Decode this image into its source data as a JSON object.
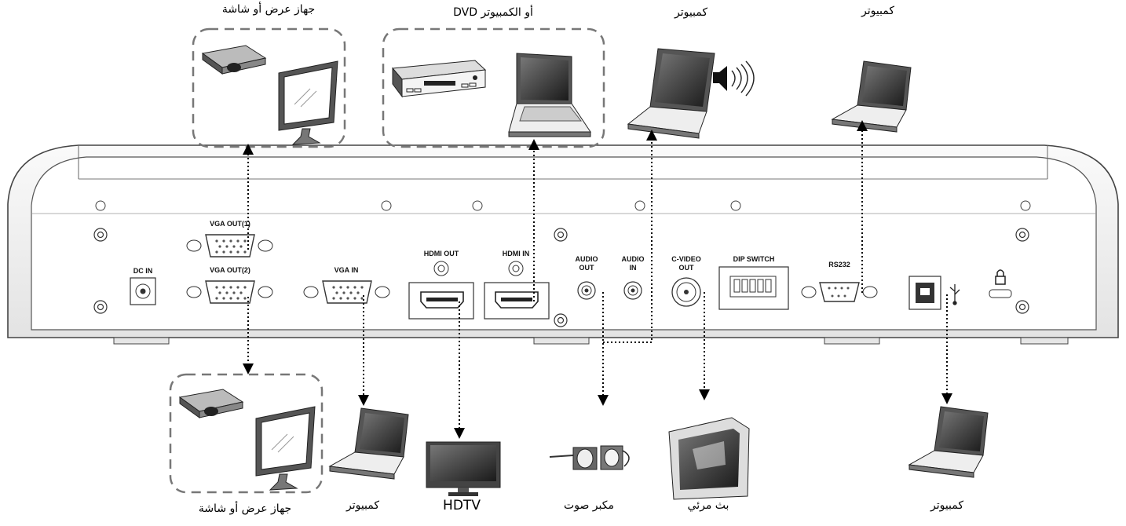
{
  "top_labels": {
    "display_out1": "جهاز عرض أو شاشة",
    "dvd_pc": "DVD أو الكمبيوتر",
    "pc_audio": "كمبيوتر",
    "pc_rs232": "كمبيوتر"
  },
  "bottom_labels": {
    "display_out2": "جهاز عرض أو شاشة",
    "pc_vga": "كمبيوتر",
    "hdtv": "HDTV",
    "speaker": "مكبر صوت",
    "tv": "بث مرئي",
    "pc_usb": "كمبيوتر"
  },
  "ports": {
    "dc_in": "DC IN",
    "vga_out1": "VGA OUT(1)",
    "vga_out2": "VGA OUT(2)",
    "vga_in": "VGA IN",
    "hdmi_out": "HDMI OUT",
    "hdmi_in": "HDMI IN",
    "audio_out_1": "AUDIO",
    "audio_out_2": "OUT",
    "audio_in_1": "AUDIO",
    "audio_in_2": "IN",
    "cvideo_1": "C-VIDEO",
    "cvideo_2": "OUT",
    "dip_switch": "DIP SWITCH",
    "rs232": "RS232"
  }
}
